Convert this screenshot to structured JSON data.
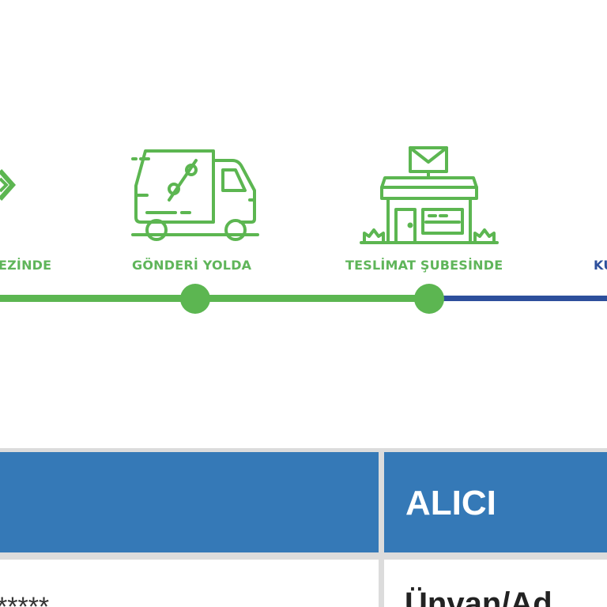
{
  "tracker": {
    "steps": [
      {
        "label": "EZİNDE",
        "icon": "warehouse-icon",
        "state": "done"
      },
      {
        "label": "GÖNDERİ YOLDA",
        "icon": "delivery-truck-icon",
        "state": "done"
      },
      {
        "label": "TESLİMAT ŞUBESİNDE",
        "icon": "post-office-icon",
        "state": "done"
      },
      {
        "label": "KU",
        "icon": "courier-icon",
        "state": "pending"
      }
    ],
    "colors": {
      "completed": "#5cb651",
      "pending": "#2d4f9c"
    }
  },
  "table": {
    "headers": {
      "left": "",
      "right": "ALICI"
    },
    "rows": [
      {
        "left": "*****",
        "right": "Ünvan/Ad"
      }
    ],
    "colors": {
      "header_bg": "#3579b7",
      "header_text": "#ffffff",
      "border": "#dcdcdc"
    }
  }
}
